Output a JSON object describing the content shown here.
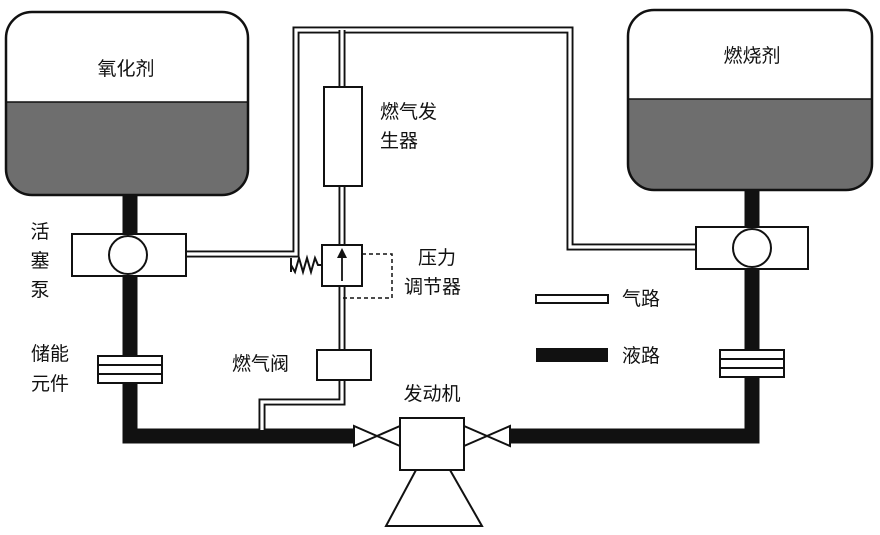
{
  "labels": {
    "oxidizer_tank": "氧化剂",
    "fuel_tank": "燃烧剂",
    "piston_pump": [
      "活",
      "塞",
      "泵"
    ],
    "storage_element": [
      "储能",
      "元件"
    ],
    "gas_generator": [
      "燃气发",
      "生器"
    ],
    "pressure_regulator": [
      "压力",
      "调节器"
    ],
    "gas_valve": "燃气阀",
    "engine": "发动机"
  },
  "legend": {
    "gas_path": "气路",
    "liquid_path": "液路"
  },
  "colors": {
    "line": "#111111",
    "liquid_fill": "#6e6e6e",
    "background": "#ffffff"
  }
}
